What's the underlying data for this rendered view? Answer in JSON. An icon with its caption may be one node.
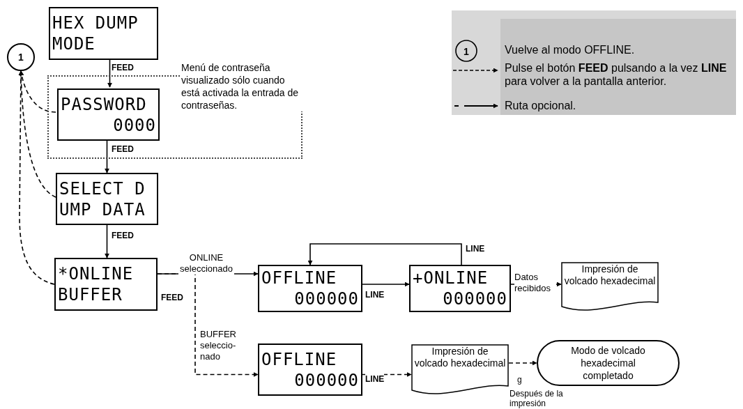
{
  "diagram": {
    "nodes": [
      {
        "text": [
          "HEX DUMP",
          "MODE"
        ]
      },
      {
        "text": [
          "1"
        ]
      },
      {
        "text": [
          "Menú de contraseña visualizado sólo cuando está activada la entrada de contraseñas."
        ]
      },
      {
        "text": [
          "PASSWORD",
          "0000"
        ],
        "in": 2
      },
      {
        "text": [
          "SELECT D",
          "UMP DATA"
        ]
      },
      {
        "text": [
          "*ONLINE",
          "BUFFER"
        ]
      },
      {
        "text": [
          "OFFLINE",
          "000000"
        ]
      },
      {
        "text": [
          "+ONLINE",
          "000000"
        ]
      },
      {
        "text": [
          "Impresión de volcado hexadecimal"
        ]
      },
      {
        "text": [
          "OFFLINE",
          "000000"
        ]
      },
      {
        "text": [
          "Impresión de volcado hexadecimal"
        ]
      },
      {
        "text": [
          "Modo de volcado hexadecimal completado"
        ]
      }
    ],
    "edges": [
      {
        "from": 0,
        "to": 3,
        "arrow": "to",
        "label": "FEED"
      },
      {
        "from": 3,
        "to": 4,
        "arrow": "to",
        "label": "FEED"
      },
      {
        "from": 4,
        "to": 5,
        "arrow": "to",
        "label": "FEED"
      },
      {
        "from": 3,
        "to": 1,
        "arrow": "to",
        "style": "dashed"
      },
      {
        "from": 4,
        "to": 1,
        "arrow": "to",
        "style": "dashed"
      },
      {
        "from": 5,
        "to": 1,
        "arrow": "to",
        "style": "dashed"
      },
      {
        "from": 5,
        "to": 6,
        "arrow": "to",
        "label": "ONLINE seleccionado"
      },
      {
        "from": 6,
        "to": 7,
        "arrow": "to",
        "label": "LINE"
      },
      {
        "from": 7,
        "to": 6,
        "arrow": "to",
        "label": "LINE"
      },
      {
        "from": 7,
        "to": 8,
        "arrow": "to",
        "label": "Datos recibidos"
      },
      {
        "from": 5,
        "to": 9,
        "arrow": "to",
        "label": "BUFFER seleccio- nado",
        "style": "dashed"
      },
      {
        "from": 9,
        "to": 10,
        "arrow": "to",
        "label": "LINE",
        "style": "dashed"
      },
      {
        "from": 10,
        "to": 11,
        "arrow": "to",
        "label": "Después de la impresión",
        "style": "dashed"
      }
    ],
    "labels": [
      "1",
      "FEED",
      "g"
    ],
    "legend": [
      {
        "text": "Vuelve al modo OFFLINE."
      },
      {
        "text": "Pulse el botón **FEED** pulsando a la vez **LINE** para volver a la pantalla anterior."
      },
      {
        "text": "Ruta opcional."
      }
    ]
  }
}
